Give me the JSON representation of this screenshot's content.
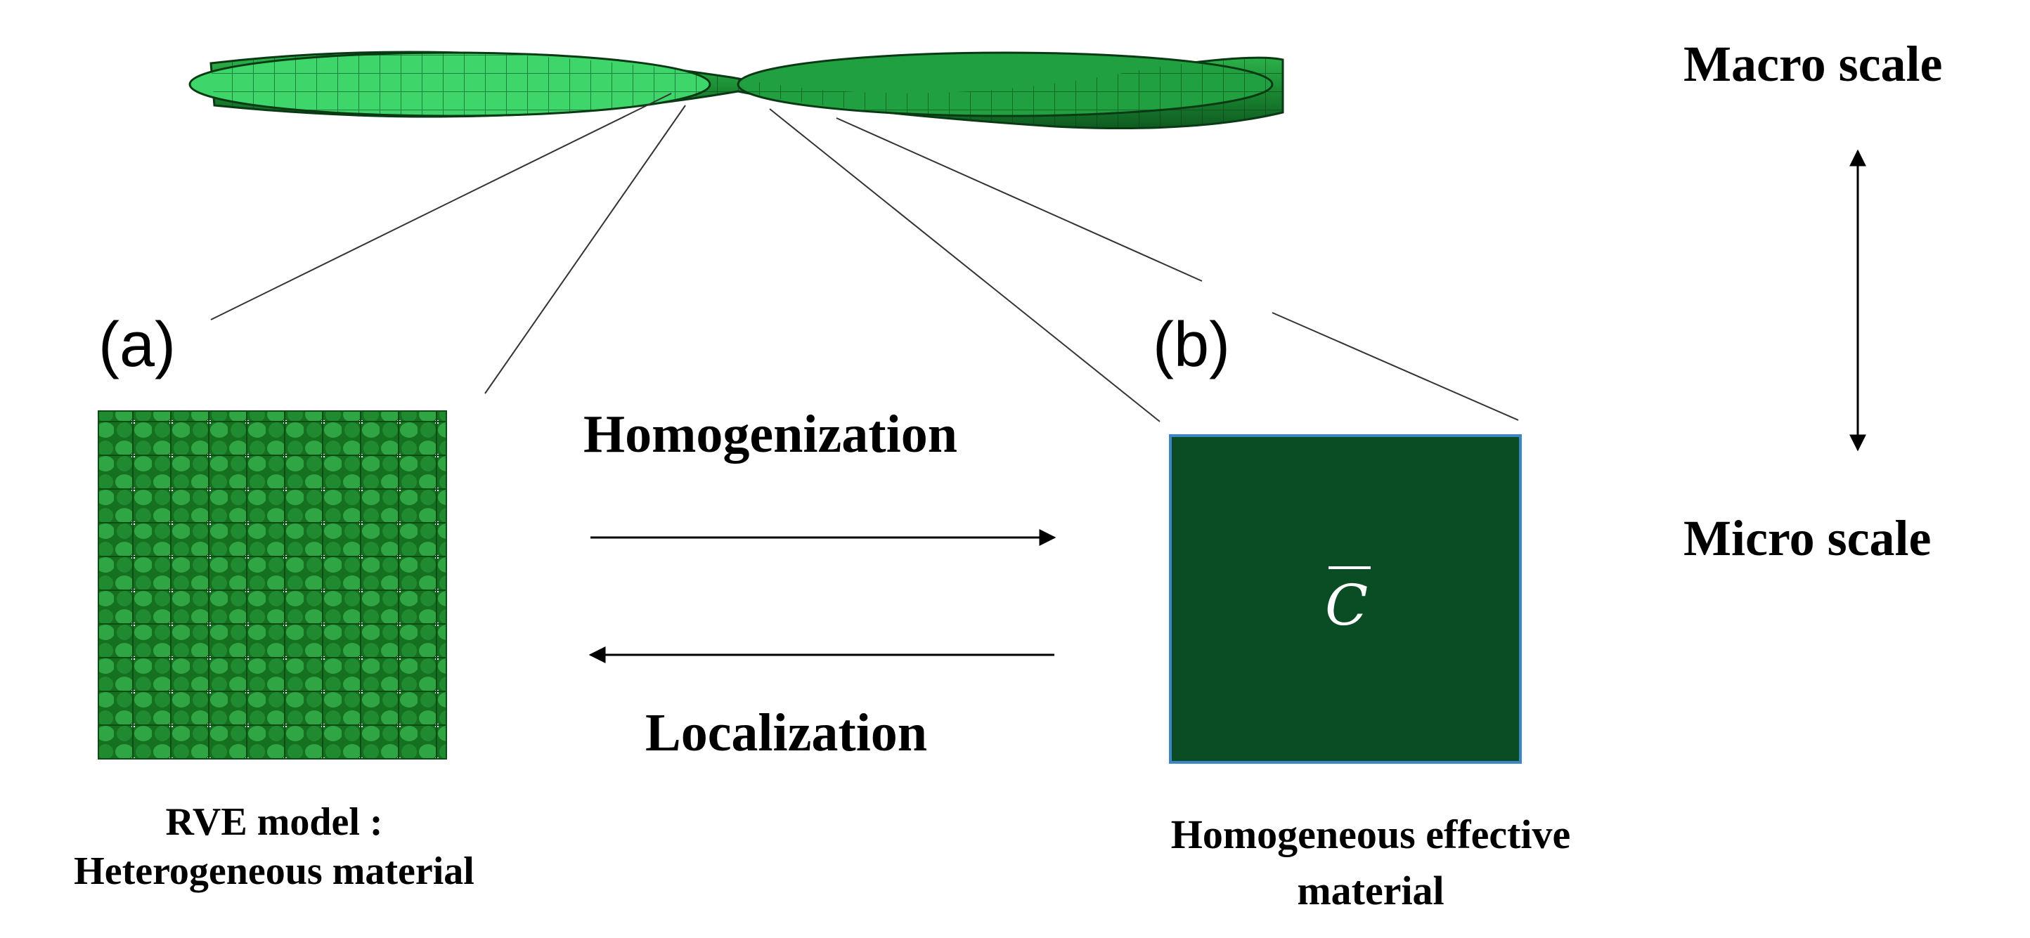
{
  "diagram": {
    "scales": {
      "macro": "Macro scale",
      "micro": "Micro scale"
    },
    "panels": {
      "a": {
        "tag": "(a)",
        "caption_line1": "RVE model :",
        "caption_line2": "Heterogeneous material"
      },
      "b": {
        "tag": "(b)",
        "symbol": "C",
        "caption_line1": "Homogeneous effective",
        "caption_line2": "material"
      }
    },
    "processes": {
      "forward": "Homogenization",
      "backward": "Localization"
    },
    "colors": {
      "macro_green": "#1f9e3a",
      "macro_green_light": "#3ed66a",
      "effective_material": "#0a4d24",
      "effective_border": "#3c86c4",
      "rve_green": "#1d8a30",
      "rve_gap": "#f4f4f4"
    }
  }
}
